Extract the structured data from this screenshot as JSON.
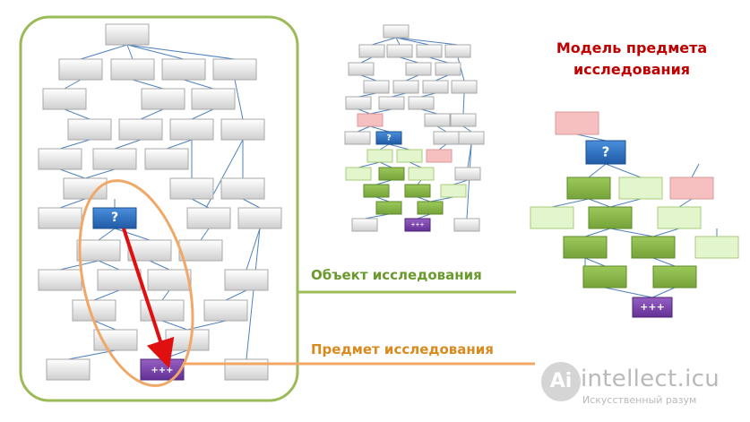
{
  "title": {
    "line1": "Модель предмета",
    "line2": "исследования"
  },
  "labels": {
    "object": "Объект исследования",
    "subject": "Предмет исследования"
  },
  "node_text": {
    "question": "?",
    "result": "+++"
  },
  "watermark": {
    "logo": "Ai",
    "name": "intellect.icu",
    "tagline": "Искусственный разум"
  },
  "colors": {
    "gray_node": "#dedede",
    "green_dark": "#8ab54a",
    "green_light": "#e3f5cc",
    "pink": "#f6c0c0",
    "blue": "#2f6fc0",
    "purple": "#7a43a8",
    "object_outline": "#9bbb59",
    "subject_outline": "#f0a868",
    "arrow": "#e01010",
    "title_red": "#c00000"
  }
}
